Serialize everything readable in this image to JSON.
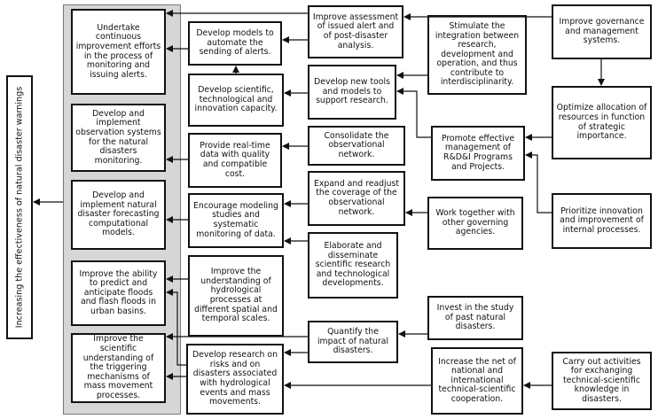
{
  "vertical_label": "Increasing the effectiveness of natural disaster warnings",
  "boxes": {
    "b1": "Undertake continuous improvement efforts in the process of monitoring and issuing alerts.",
    "b2": "Develop and implement observation systems for the natural disasters monitoring.",
    "b3": "Develop and implement natural disaster forecasting computational models.",
    "b4": "Improve the ability to predict and anticipate floods and flash floods in urban basins.",
    "b5": "Improve the scientific understanding of the triggering mechanisms of mass movement processes.",
    "c1": "Develop models to automate the sending of alerts.",
    "c2": "Develop scientific, technological and innovation capacity.",
    "c3": "Provide real-time data with quality and compatible cost.",
    "c4": "Encourage modeling studies and systematic monitoring of data.",
    "c5": "Improve the understanding of hydrological processes at different spatial and temporal scales.",
    "c6": "Develop research on risks and on disasters associated with hydrological events and mass movements.",
    "d1": "Improve assessment of issued alert and of post-disaster analysis.",
    "d2": "Develop new tools and models to support research.",
    "d3": "Consolidate the observational network.",
    "d4": "Expand and readjust the coverage of the observational network.",
    "d5": "Elaborate and disseminate scientific research and technological developments.",
    "d6": "Quantify the impact of natural disasters.",
    "e1": "Stimulate the integration between research, development and operation, and thus contribute to interdisciplinarity.",
    "e2": "Promote effective management of R&D&I Programs and Projects.",
    "e3": "Work together with other governing agencies.",
    "e4": "Invest in the study of past natural disasters.",
    "e5": "Increase the net of national and international technical-scientific cooperation.",
    "f1": "Improve governance and management systems.",
    "f2": "Optimize allocation of resources in function of strategic importance.",
    "f3": "Prioritize innovation and improvement of internal processes.",
    "f4": "Carry out activities for exchanging technical-scientific knowledge in disasters."
  }
}
